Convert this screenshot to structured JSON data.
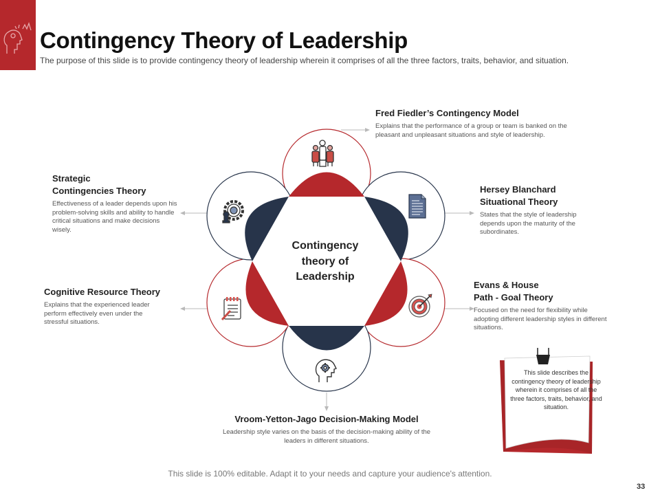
{
  "header": {
    "title": "Contingency Theory of Leadership",
    "subtitle": "The purpose of this slide is to provide  contingency theory of leadership wherein  it comprises of all the three factors, traits, behavior,  and situation."
  },
  "center": {
    "label": "Contingency\ntheory of\nLeadership"
  },
  "theories": [
    {
      "title": "Fred Fiedler’s Contingency Model",
      "description": "Explains that the performance of a group or team is banked on the pleasant and unpleasant situations and style of leadership.",
      "icon": "team-icon"
    },
    {
      "title": "Hersey Blanchard\nSituational Theory",
      "description": "States that the style of leadership depends upon the maturity of the subordinates.",
      "icon": "document-icon"
    },
    {
      "title": "Evans & House\nPath - Goal Theory",
      "description": "Focused on the need for flexibility while adopting different leadership styles in different situations.",
      "icon": "target-icon"
    },
    {
      "title": "Vroom-Yetton-Jago Decision-Making Model",
      "description": "Leadership style varies on the basis of the decision-making ability of the leaders in different situations.",
      "icon": "head-gear-icon"
    },
    {
      "title": "Cognitive Resource  Theory",
      "description": "Explains that the experienced leader perform effectively even under the stressful situations.",
      "icon": "notepad-icon"
    },
    {
      "title": "Strategic\nContingencies Theory",
      "description": "Effectiveness of a leader depends upon his problem-solving skills and ability to handle critical situations and make decisions wisely.",
      "icon": "strategy-gear-icon"
    }
  ],
  "note": {
    "text": "This slide describes the contingency theory of leadership wherein it comprises of all the three factors, traits, behavior, and situation.",
    "icon": "binder-clip-icon"
  },
  "footer": {
    "text": "This slide is 100% editable. Adapt it to your needs and capture your audience's attention.",
    "page_number": "33"
  },
  "colors": {
    "accent_red": "#b5282c",
    "navy": "#27344a",
    "corner_red": "#b5282c"
  }
}
